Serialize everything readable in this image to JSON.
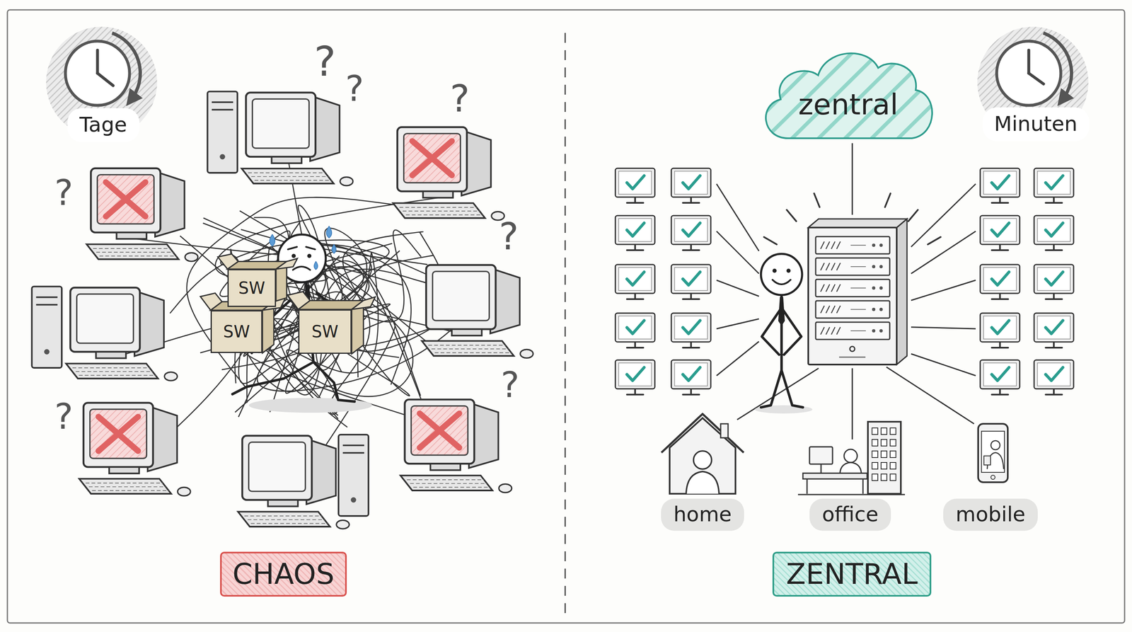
{
  "diagram": {
    "nodes": [
      {
        "text": [
          "Tage"
        ]
      },
      {
        "text": [
          "SW"
        ]
      },
      {
        "text": [
          "SW"
        ]
      },
      {
        "text": [
          "SW"
        ]
      },
      {
        "text": [
          "CHAOS"
        ]
      },
      {
        "text": [
          "zentral"
        ]
      },
      {
        "text": [
          "Minuten"
        ]
      },
      {
        "text": [
          "home"
        ]
      },
      {
        "text": [
          "office"
        ]
      },
      {
        "text": [
          "mobile"
        ]
      },
      {
        "text": [
          "ZENTRAL"
        ]
      }
    ],
    "labels": [
      "?",
      "?",
      "?",
      "?",
      "?",
      "?",
      "?"
    ]
  }
}
